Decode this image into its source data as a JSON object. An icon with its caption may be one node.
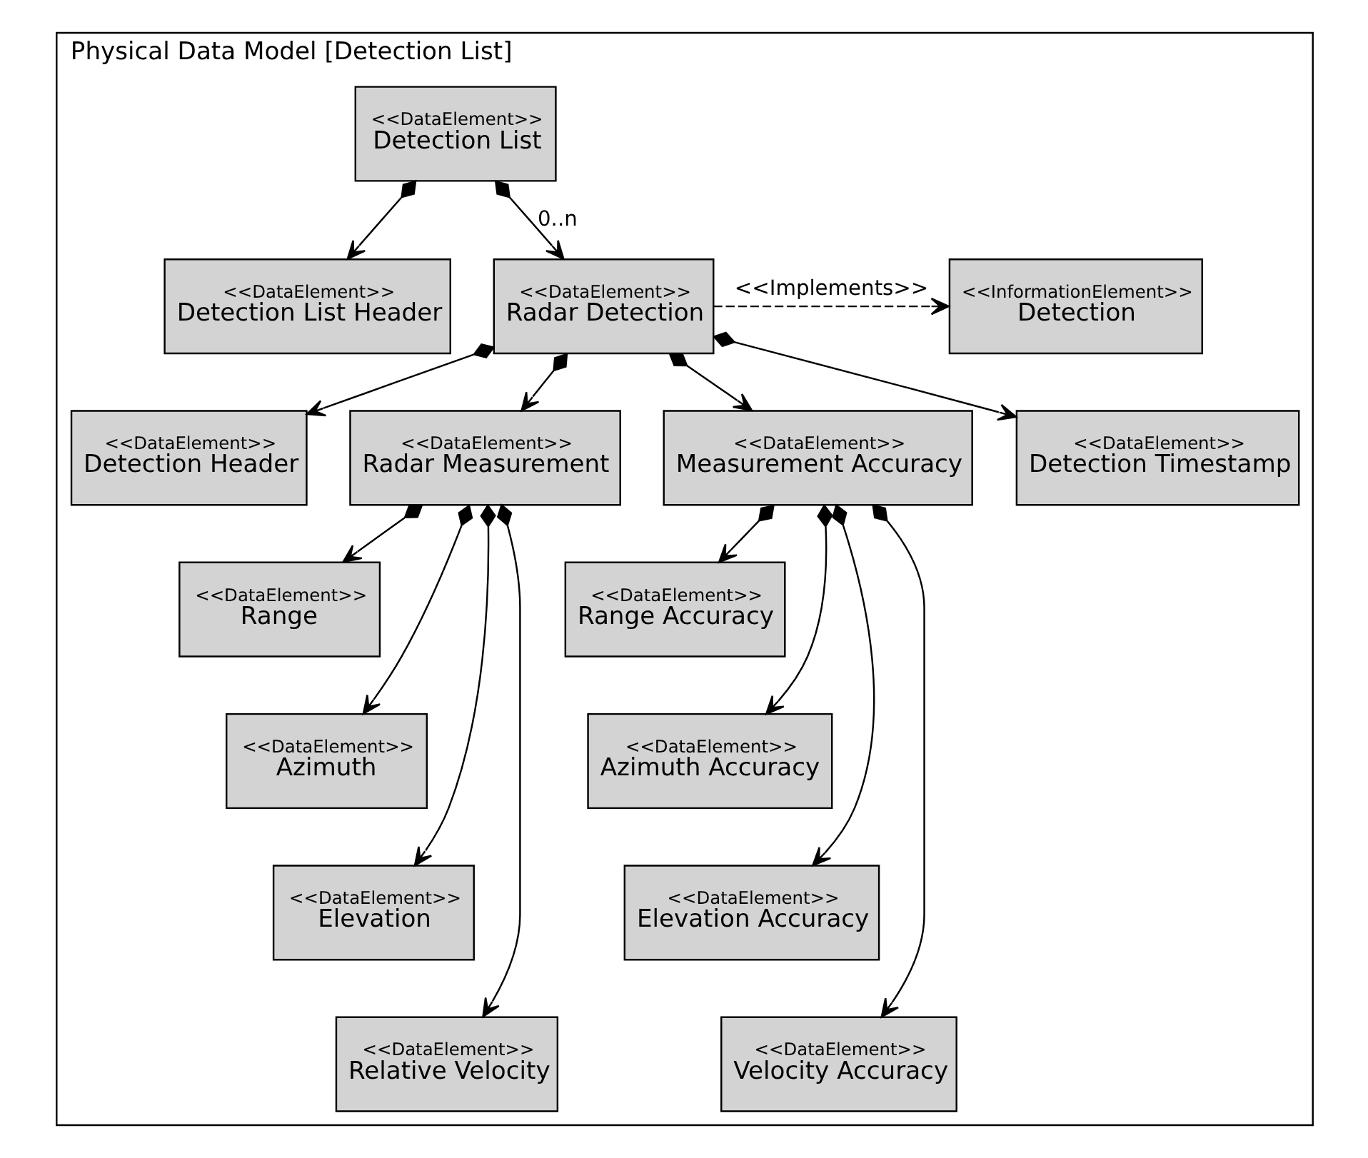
{
  "diagram": {
    "nodes": [
      {
        "text": [
          "Physical Data Model [Detection List]"
        ]
      },
      {
        "text": [
          "<<DataElement>>",
          "Detection List"
        ],
        "in": 0
      },
      {
        "text": [
          "<<DataElement>>",
          "Detection List Header"
        ],
        "in": 0
      },
      {
        "text": [
          "<<DataElement>>",
          "Radar Detection"
        ],
        "in": 0
      },
      {
        "text": [
          "<<InformationElement>>",
          "Detection"
        ],
        "in": 0
      },
      {
        "text": [
          "<<DataElement>>",
          "Detection Header"
        ],
        "in": 0
      },
      {
        "text": [
          "<<DataElement>>",
          "Radar Measurement"
        ],
        "in": 0
      },
      {
        "text": [
          "<<DataElement>>",
          "Measurement Accuracy"
        ],
        "in": 0
      },
      {
        "text": [
          "<<DataElement>>",
          "Detection Timestamp"
        ],
        "in": 0
      },
      {
        "text": [
          "<<DataElement>>",
          "Range"
        ],
        "in": 0
      },
      {
        "text": [
          "<<DataElement>>",
          "Azimuth"
        ],
        "in": 0
      },
      {
        "text": [
          "<<DataElement>>",
          "Elevation"
        ],
        "in": 0
      },
      {
        "text": [
          "<<DataElement>>",
          "Relative Velocity"
        ],
        "in": 0
      },
      {
        "text": [
          "<<DataElement>>",
          "Range Accuracy"
        ],
        "in": 0
      },
      {
        "text": [
          "<<DataElement>>",
          "Azimuth Accuracy"
        ],
        "in": 0
      },
      {
        "text": [
          "<<DataElement>>",
          "Elevation Accuracy"
        ],
        "in": 0
      },
      {
        "text": [
          "<<DataElement>>",
          "Velocity Accuracy"
        ],
        "in": 0
      }
    ],
    "edges": [
      {
        "from": 1,
        "to": 2,
        "arrow": "to"
      },
      {
        "from": 1,
        "to": 3,
        "arrow": "to",
        "label": "0..n"
      },
      {
        "from": 3,
        "to": 4,
        "arrow": "to",
        "style": "dashed",
        "label": "<<Implements>>"
      },
      {
        "from": 3,
        "to": 5,
        "arrow": "to"
      },
      {
        "from": 3,
        "to": 6,
        "arrow": "to"
      },
      {
        "from": 3,
        "to": 7,
        "arrow": "to"
      },
      {
        "from": 3,
        "to": 8,
        "arrow": "to"
      },
      {
        "from": 6,
        "to": 9,
        "arrow": "to"
      },
      {
        "from": 6,
        "to": 10,
        "arrow": "to"
      },
      {
        "from": 6,
        "to": 11,
        "arrow": "to"
      },
      {
        "from": 6,
        "to": 12,
        "arrow": "to"
      },
      {
        "from": 7,
        "to": 13,
        "arrow": "to"
      },
      {
        "from": 7,
        "to": 14,
        "arrow": "to"
      },
      {
        "from": 7,
        "to": 15,
        "arrow": "to"
      },
      {
        "from": 7,
        "to": 16,
        "arrow": "to"
      }
    ]
  }
}
